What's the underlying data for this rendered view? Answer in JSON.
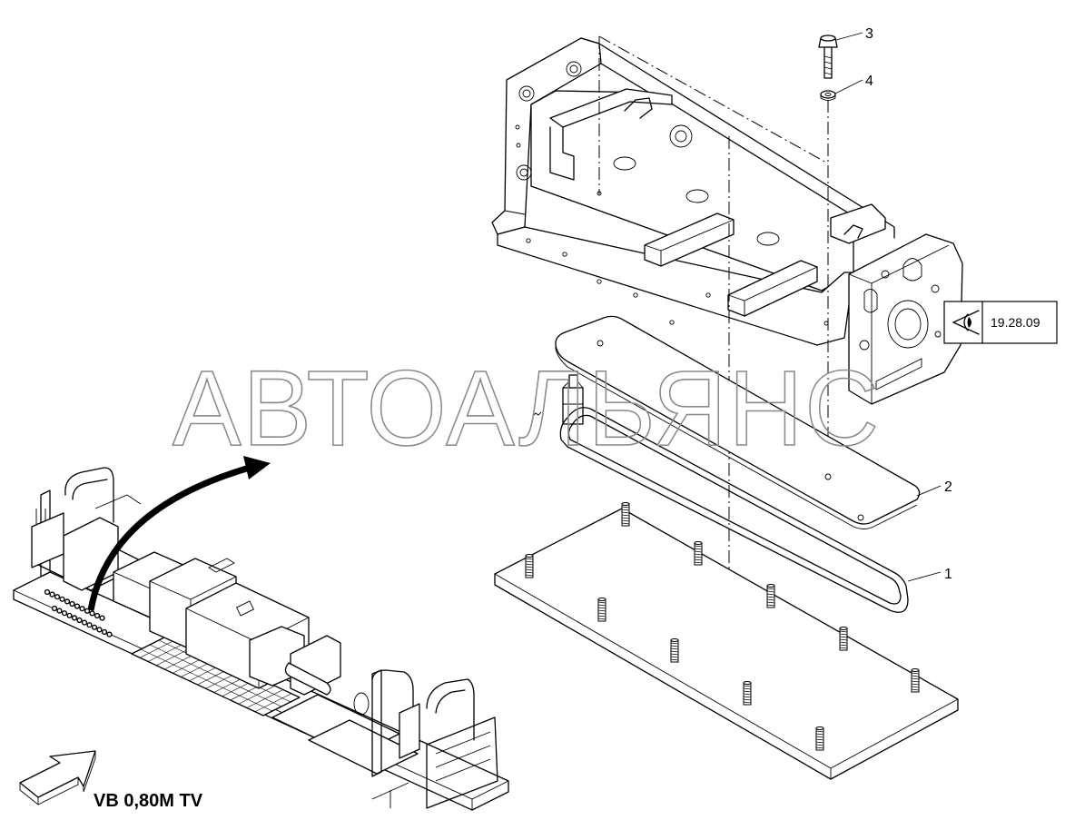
{
  "watermark": "АВТОАЛЬЯНС",
  "callouts": [
    {
      "number": "1"
    },
    {
      "number": "2"
    },
    {
      "number": "3"
    },
    {
      "number": "4"
    }
  ],
  "reference_box": {
    "label": "19.28.09",
    "icon": "eye-view-icon"
  },
  "view_label": "VB 0,80M TV",
  "overview_arrow_icon": "curved-arrow-icon",
  "direction_arrow_icon": "hollow-direction-arrow-icon"
}
